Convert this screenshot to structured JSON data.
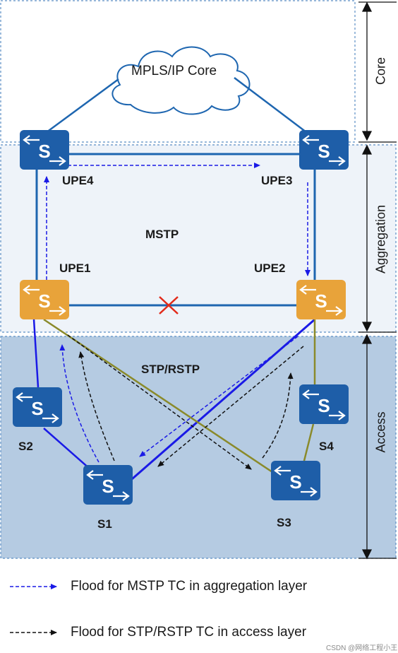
{
  "cloud": {
    "label": "MPLS/IP Core"
  },
  "layers": {
    "core": "Core",
    "aggregation": "Aggregation",
    "access": "Access"
  },
  "regions": {
    "mstp": "MSTP",
    "stp": "STP/RSTP"
  },
  "switches": {
    "upe4": "UPE4",
    "upe3": "UPE3",
    "upe1": "UPE1",
    "upe2": "UPE2",
    "s1": "S1",
    "s2": "S2",
    "s3": "S3",
    "s4": "S4"
  },
  "legend": {
    "mstp": "Flood for MSTP TC in aggregation layer",
    "stp": "Flood for STP/RSTP TC in access layer"
  },
  "watermark": "CSDN @网络工程小王",
  "colors": {
    "switch_blue": "#1e5ea8",
    "switch_orange": "#e8a33a",
    "link_blue": "#1e66b0",
    "link_bright_blue": "#1a1ae6",
    "link_olive": "#8a8a2a",
    "block_red": "#e22a1a",
    "access_bg": "#b5cbe2",
    "aggregation_bg": "#eef3f9"
  }
}
